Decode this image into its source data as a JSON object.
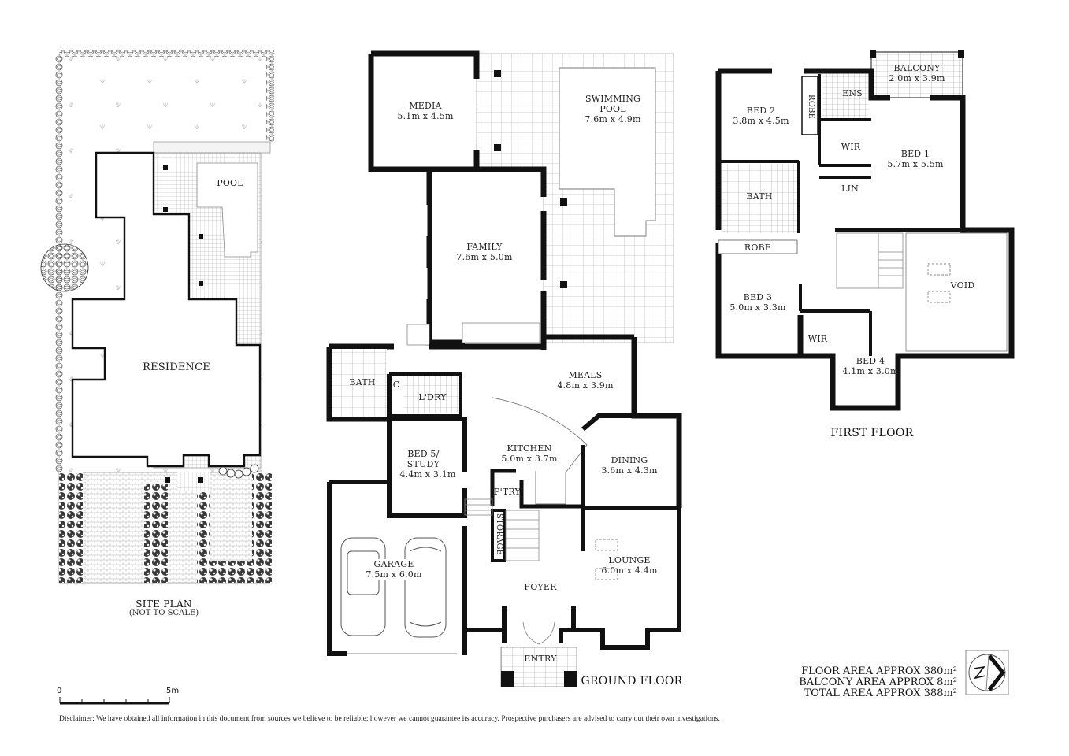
{
  "site_plan": {
    "title": "SITE PLAN",
    "subtitle": "(NOT TO SCALE)",
    "labels": {
      "pool": "POOL",
      "residence": "RESIDENCE"
    }
  },
  "ground_floor": {
    "title": "GROUND FLOOR",
    "rooms": [
      {
        "name": "MEDIA",
        "dims": "5.1m x 4.5m"
      },
      {
        "name": "SWIMMING POOL",
        "dims": "7.6m x 4.9m"
      },
      {
        "name": "FAMILY",
        "dims": "7.6m x 5.0m"
      },
      {
        "name": "MEALS",
        "dims": "4.8m x 3.9m"
      },
      {
        "name": "BATH",
        "dims": ""
      },
      {
        "name": "C",
        "dims": ""
      },
      {
        "name": "L'DRY",
        "dims": ""
      },
      {
        "name": "BED 5/ STUDY",
        "dims": "4.4m x 3.1m"
      },
      {
        "name": "KITCHEN",
        "dims": "5.0m x 3.7m"
      },
      {
        "name": "DINING",
        "dims": "3.6m x 4.3m"
      },
      {
        "name": "P'TRY",
        "dims": ""
      },
      {
        "name": "STORAGE",
        "dims": ""
      },
      {
        "name": "LOUNGE",
        "dims": "6.0m x 4.4m"
      },
      {
        "name": "GARAGE",
        "dims": "7.5m x 6.0m"
      },
      {
        "name": "FOYER",
        "dims": ""
      },
      {
        "name": "ENTRY",
        "dims": ""
      }
    ]
  },
  "first_floor": {
    "title": "FIRST FLOOR",
    "rooms": [
      {
        "name": "BED 2",
        "dims": "3.8m x 4.5m"
      },
      {
        "name": "ROBE",
        "dims": ""
      },
      {
        "name": "ENS",
        "dims": ""
      },
      {
        "name": "BALCONY",
        "dims": "2.0m x 3.9m"
      },
      {
        "name": "WIR",
        "dims": ""
      },
      {
        "name": "BED 1",
        "dims": "5.7m x 5.5m"
      },
      {
        "name": "BATH",
        "dims": ""
      },
      {
        "name": "LIN",
        "dims": ""
      },
      {
        "name": "ROBE",
        "dims": ""
      },
      {
        "name": "BED 3",
        "dims": "5.0m x 3.3m"
      },
      {
        "name": "VOID",
        "dims": ""
      },
      {
        "name": "WIR",
        "dims": ""
      },
      {
        "name": "BED 4",
        "dims": "4.1m x 3.0m"
      }
    ]
  },
  "areas": {
    "floor": "FLOOR AREA APPROX 380m²",
    "balcony": "BALCONY AREA APPROX 8m²",
    "total": "TOTAL AREA APPROX 388m²"
  },
  "scale_bar": {
    "start": "0",
    "end": "5m"
  },
  "north_arrow": {
    "label": "N",
    "icon": "north-arrow-icon"
  },
  "disclaimer": "Disclaimer: We have obtained all information in this document from sources we believe to be reliable; however we cannot guarantee its accuracy. Prospective purchasers are advised to carry out their own investigations."
}
